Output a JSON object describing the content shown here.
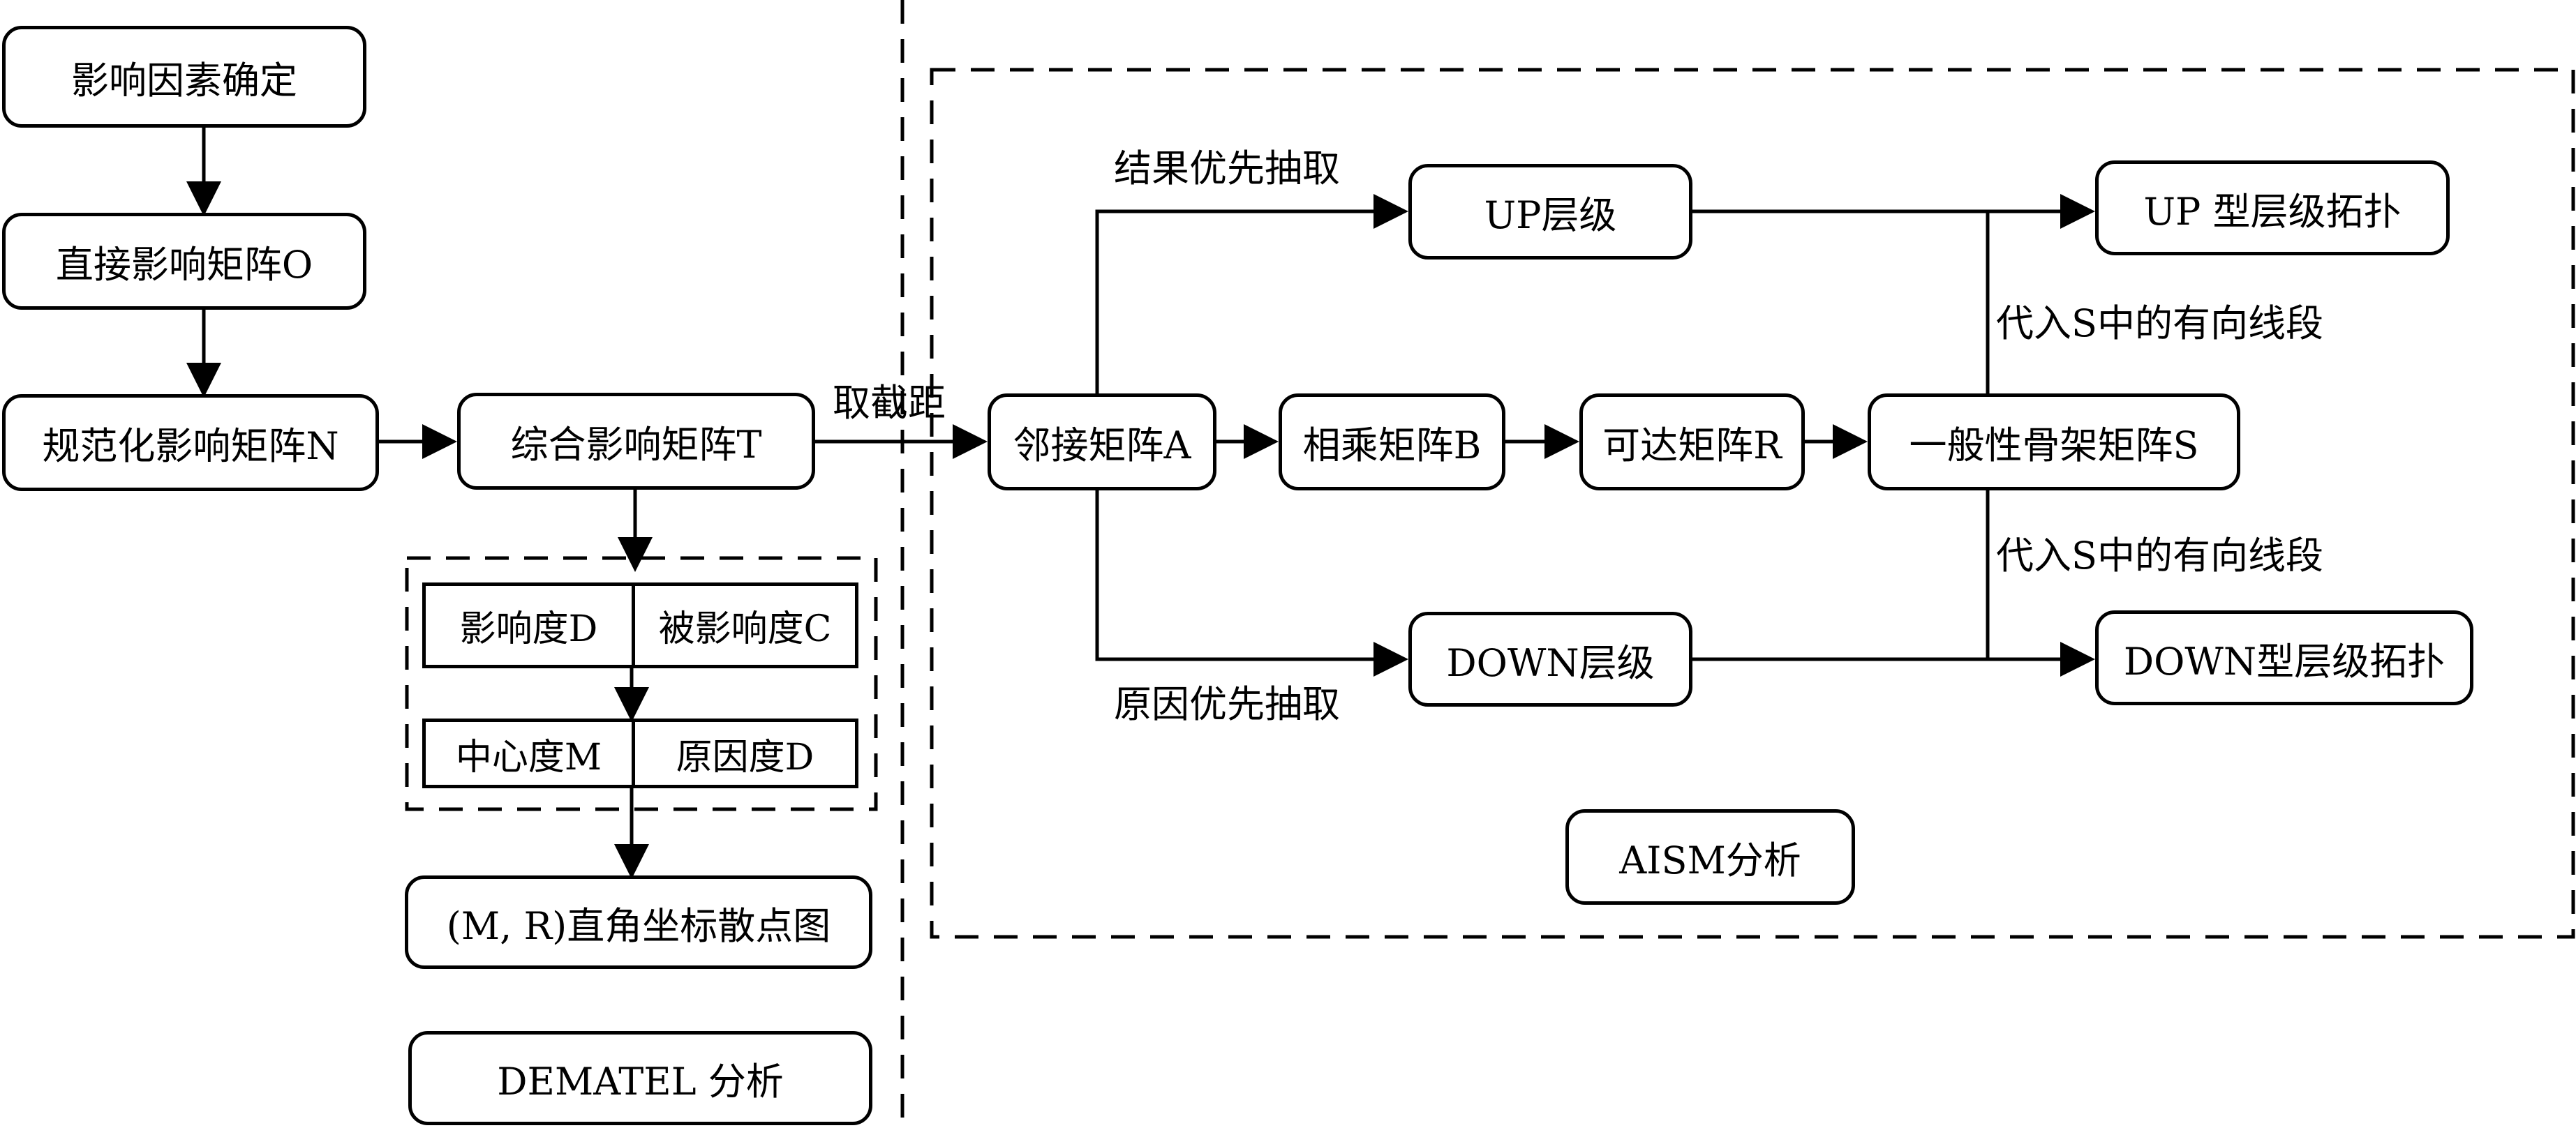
{
  "colors": {
    "stroke": "#000000",
    "background": "#ffffff"
  },
  "dematel": {
    "step1": "影响因素确定",
    "step2": "直接影响矩阵O",
    "step3": "规范化影响矩阵N",
    "step4": "综合影响矩阵T",
    "metrics": {
      "influence": "影响度D",
      "influenced": "被影响度C",
      "centrality": "中心度M",
      "cause": "原因度D"
    },
    "scatter": "(M, R)直角坐标散点图",
    "section_label": "DEMATEL 分析"
  },
  "link_label": "取截距",
  "aism": {
    "adjacency": "邻接矩阵A",
    "product": "相乘矩阵B",
    "reachable": "可达矩阵R",
    "skeleton": "一般性骨架矩阵S",
    "up_level": "UP层级",
    "down_level": "DOWN层级",
    "up_topology": "UP 型层级拓扑",
    "down_topology": "DOWN型层级拓扑",
    "result_first": "结果优先抽取",
    "cause_first": "原因优先抽取",
    "substitute_up": "代入S中的有向线段",
    "substitute_down": "代入S中的有向线段",
    "section_label": "AISM分析"
  }
}
